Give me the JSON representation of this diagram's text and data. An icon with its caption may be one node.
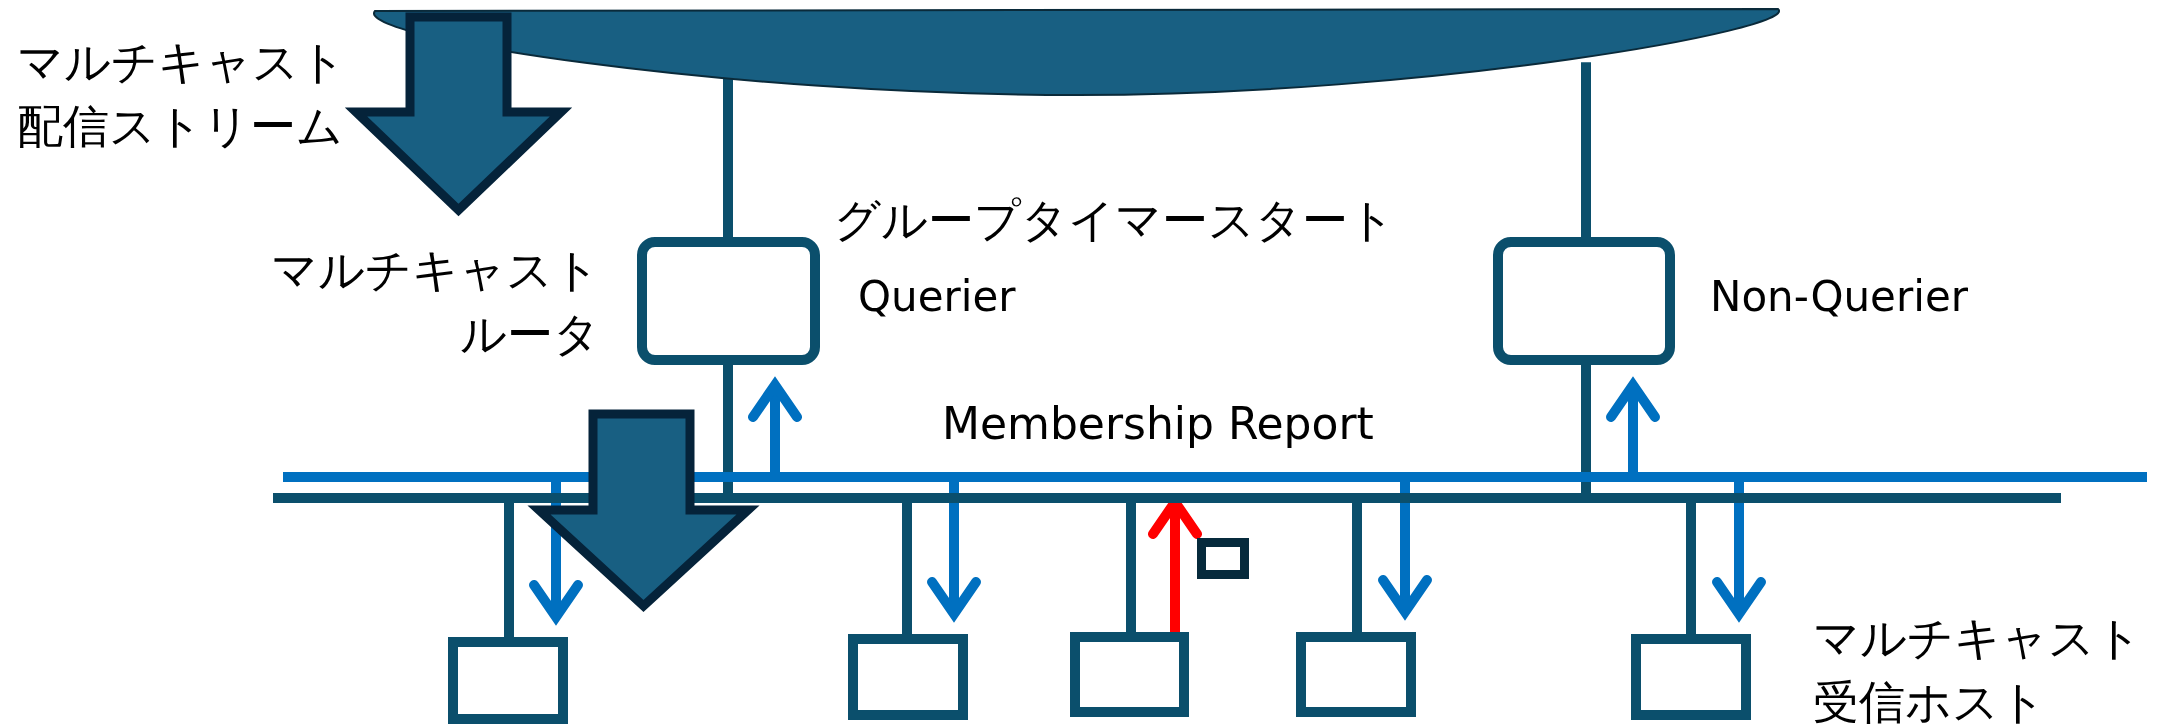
{
  "diagram": {
    "nodes": [
      {
        "text": [],
        "shape": "cloud"
      },
      {
        "text": [],
        "shape": "box",
        "beside": [
          "グループタイマースタート",
          "Querier"
        ]
      },
      {
        "text": [],
        "shape": "box",
        "beside": [
          "Non-Querier"
        ]
      },
      {
        "text": [],
        "shape": "bar"
      },
      {
        "text": [],
        "shape": "bar"
      },
      {
        "text": [],
        "shape": "box"
      },
      {
        "text": [],
        "shape": "box"
      },
      {
        "text": [],
        "shape": "box"
      },
      {
        "text": [],
        "shape": "box"
      },
      {
        "text": [],
        "shape": "box"
      },
      {
        "text": [],
        "shape": "box"
      }
    ],
    "edges": [
      {
        "from": 0,
        "to": 1,
        "arrow": "none"
      },
      {
        "from": 0,
        "to": 2,
        "arrow": "none"
      },
      {
        "from": 1,
        "to": 4,
        "arrow": "none"
      },
      {
        "from": 2,
        "to": 4,
        "arrow": "none"
      },
      {
        "from": 4,
        "to": 6,
        "arrow": "none"
      },
      {
        "from": 4,
        "to": 7,
        "arrow": "none"
      },
      {
        "from": 4,
        "to": 8,
        "arrow": "none"
      },
      {
        "from": 4,
        "to": 9,
        "arrow": "none"
      },
      {
        "from": 4,
        "to": 10,
        "arrow": "none"
      },
      {
        "from": 3,
        "to": 1,
        "arrow": "to",
        "color": "#0070c0"
      },
      {
        "from": 3,
        "to": 2,
        "arrow": "to",
        "color": "#0070c0"
      },
      {
        "from": 3,
        "to": 6,
        "arrow": "to",
        "color": "#0070c0"
      },
      {
        "from": 3,
        "to": 7,
        "arrow": "to",
        "color": "#0070c0"
      },
      {
        "from": 3,
        "to": 9,
        "arrow": "to",
        "color": "#0070c0"
      },
      {
        "from": 3,
        "to": 10,
        "arrow": "to",
        "color": "#0070c0"
      },
      {
        "from": 8,
        "to": 3,
        "arrow": "to",
        "color": "#ff0000"
      }
    ],
    "labels": [
      "マルチキャスト配信ストリーム",
      "マルチキャストルータ",
      "Membership Report",
      "マルチキャスト受信ホスト"
    ]
  }
}
